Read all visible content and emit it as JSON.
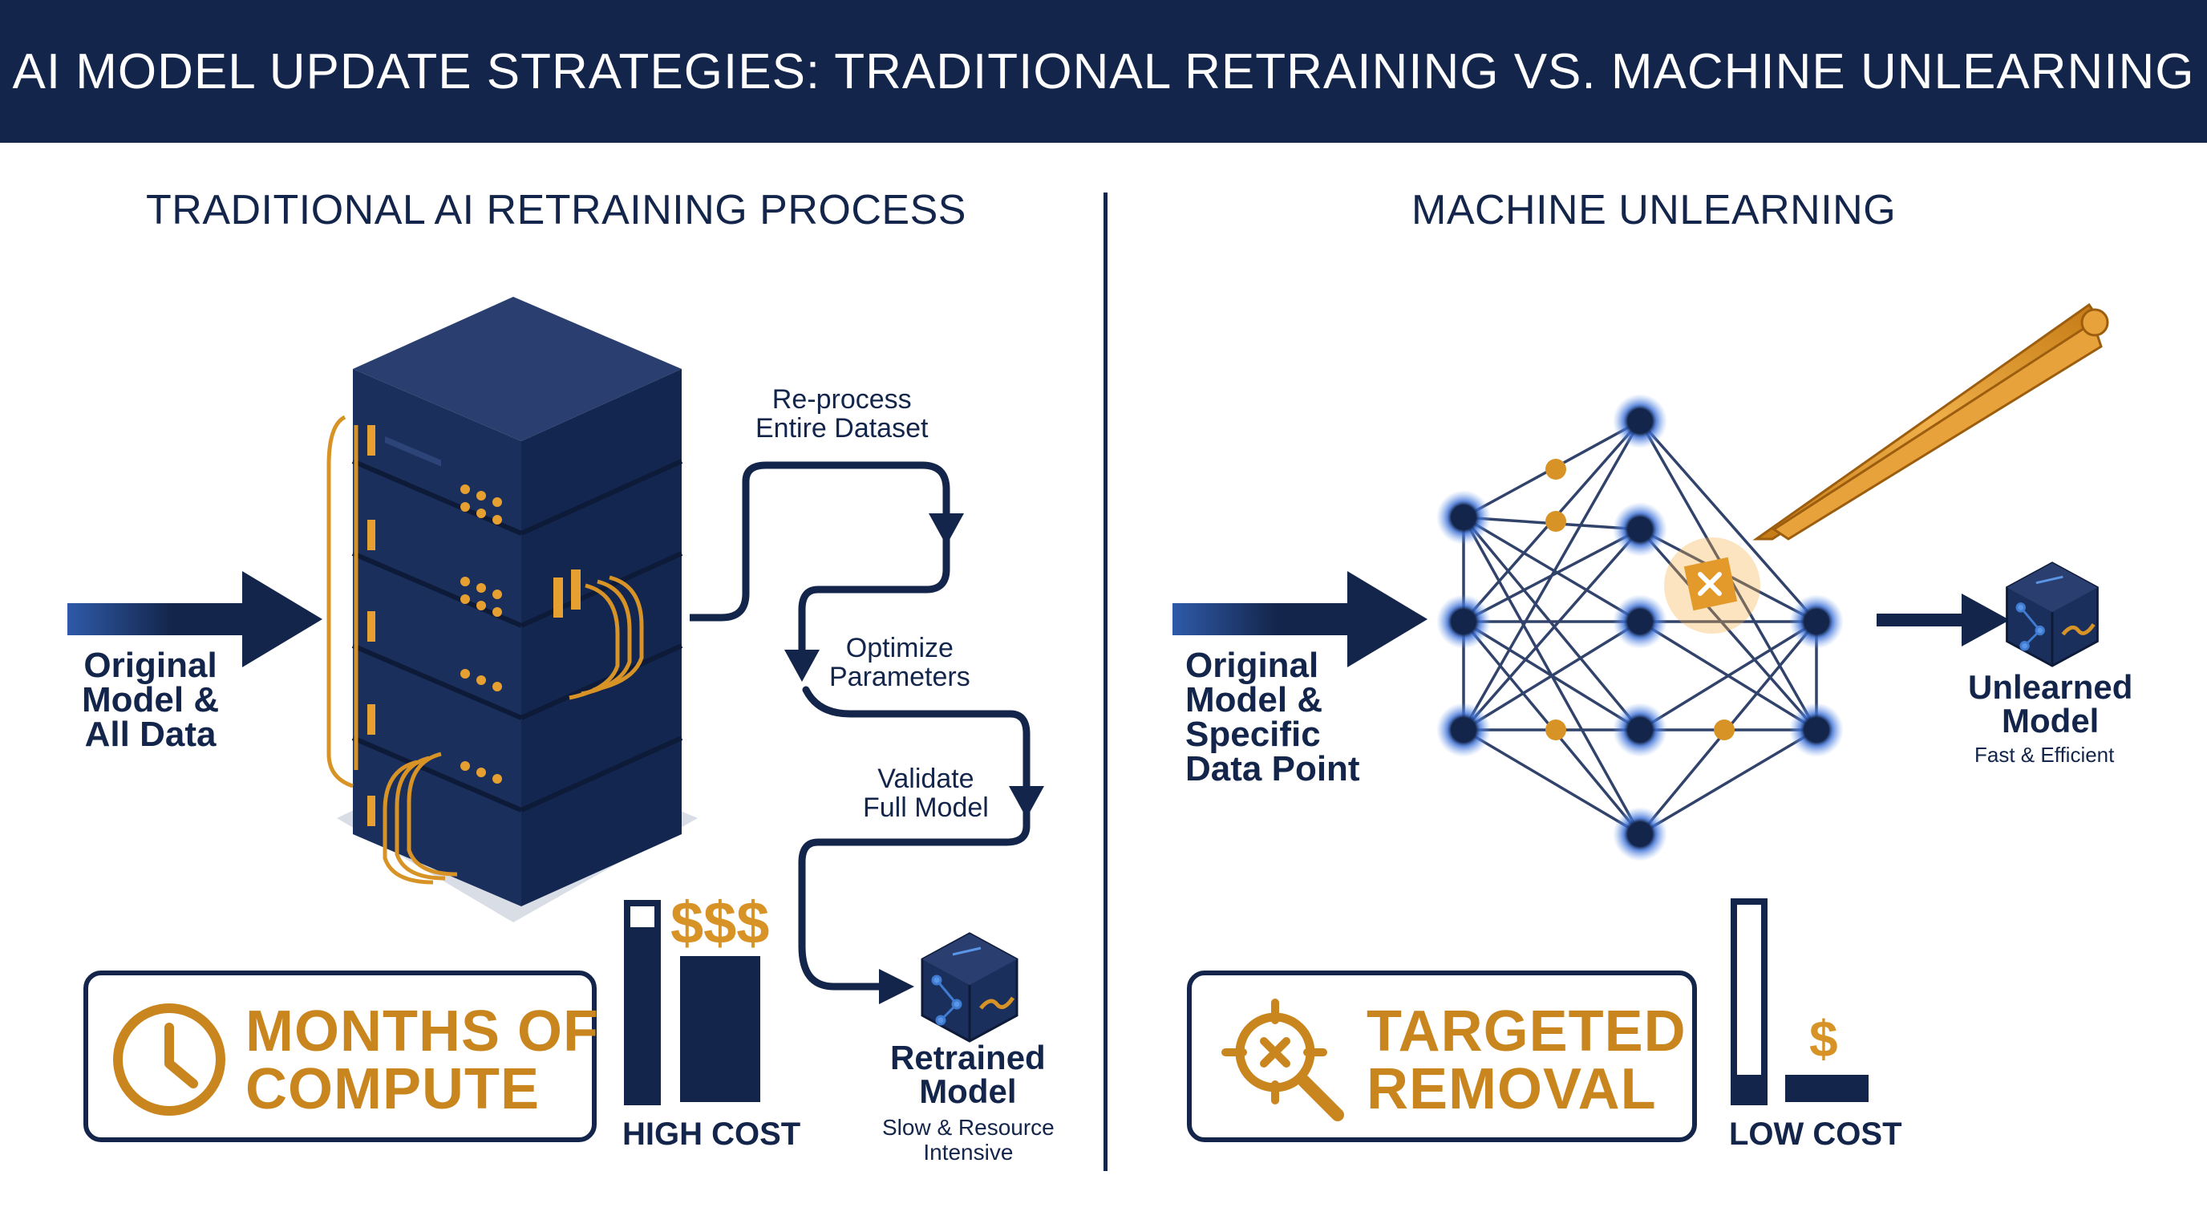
{
  "header": {
    "title": "AI MODEL UPDATE STRATEGIES: TRADITIONAL RETRAINING VS. MACHINE UNLEARNING"
  },
  "left": {
    "title": "TRADITIONAL AI RETRAINING PROCESS",
    "input_label": [
      "Original",
      "Model &",
      "All Data"
    ],
    "steps": [
      [
        "Re-process",
        "Entire Dataset"
      ],
      [
        "Optimize",
        "Parameters"
      ],
      [
        "Validate",
        "Full Model"
      ]
    ],
    "output_label": [
      "Retrained",
      "Model"
    ],
    "output_sub": [
      "Slow & Resource",
      "Intensive"
    ],
    "callout": [
      "MONTHS OF",
      "COMPUTE"
    ],
    "cost_symbol": "$$$",
    "cost_label": "HIGH COST",
    "cost_level": 1.0
  },
  "right": {
    "title": "MACHINE UNLEARNING",
    "input_label": [
      "Original",
      "Model &",
      "Specific",
      "Data Point"
    ],
    "output_label": [
      "Unlearned",
      "Model"
    ],
    "output_sub": "Fast & Efficient",
    "callout": [
      "TARGETED",
      "REMOVAL"
    ],
    "cost_symbol": "$",
    "cost_label": "LOW COST",
    "cost_level": 0.15
  },
  "icons": {
    "server": "server-rack-icon",
    "clock": "clock-icon",
    "target": "target-magnifier-icon",
    "cube": "model-cube-icon",
    "network": "neural-network-icon",
    "tweezers": "tweezers-icon"
  },
  "colors": {
    "navy": "#13254a",
    "gold": "#d89326",
    "white": "#ffffff"
  }
}
